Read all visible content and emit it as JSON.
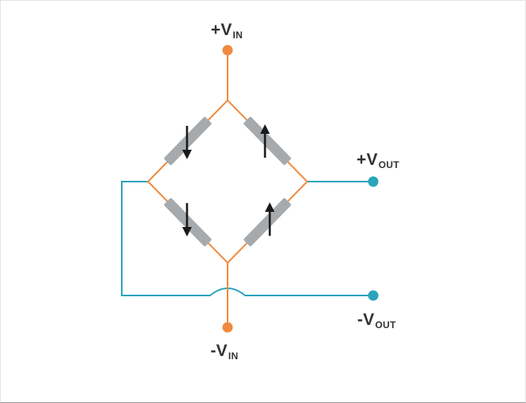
{
  "terminals": {
    "vin_pos": {
      "main": "+V",
      "sub": "IN"
    },
    "vin_neg": {
      "main": "-V",
      "sub": "IN"
    },
    "vout_pos": {
      "main": "+V",
      "sub": "OUT"
    },
    "vout_neg": {
      "main": "-V",
      "sub": "OUT"
    }
  },
  "colors": {
    "excitation_wire": "#F08A3F",
    "output_wire": "#2AA4BA",
    "gauge_fill": "#A6AAAD",
    "arrow": "#1A1A1A",
    "label_text": "#333333"
  },
  "gauges": [
    {
      "position": "top-left",
      "arrow_direction": "down"
    },
    {
      "position": "top-right",
      "arrow_direction": "up"
    },
    {
      "position": "bottom-left",
      "arrow_direction": "down"
    },
    {
      "position": "bottom-right",
      "arrow_direction": "up"
    }
  ]
}
